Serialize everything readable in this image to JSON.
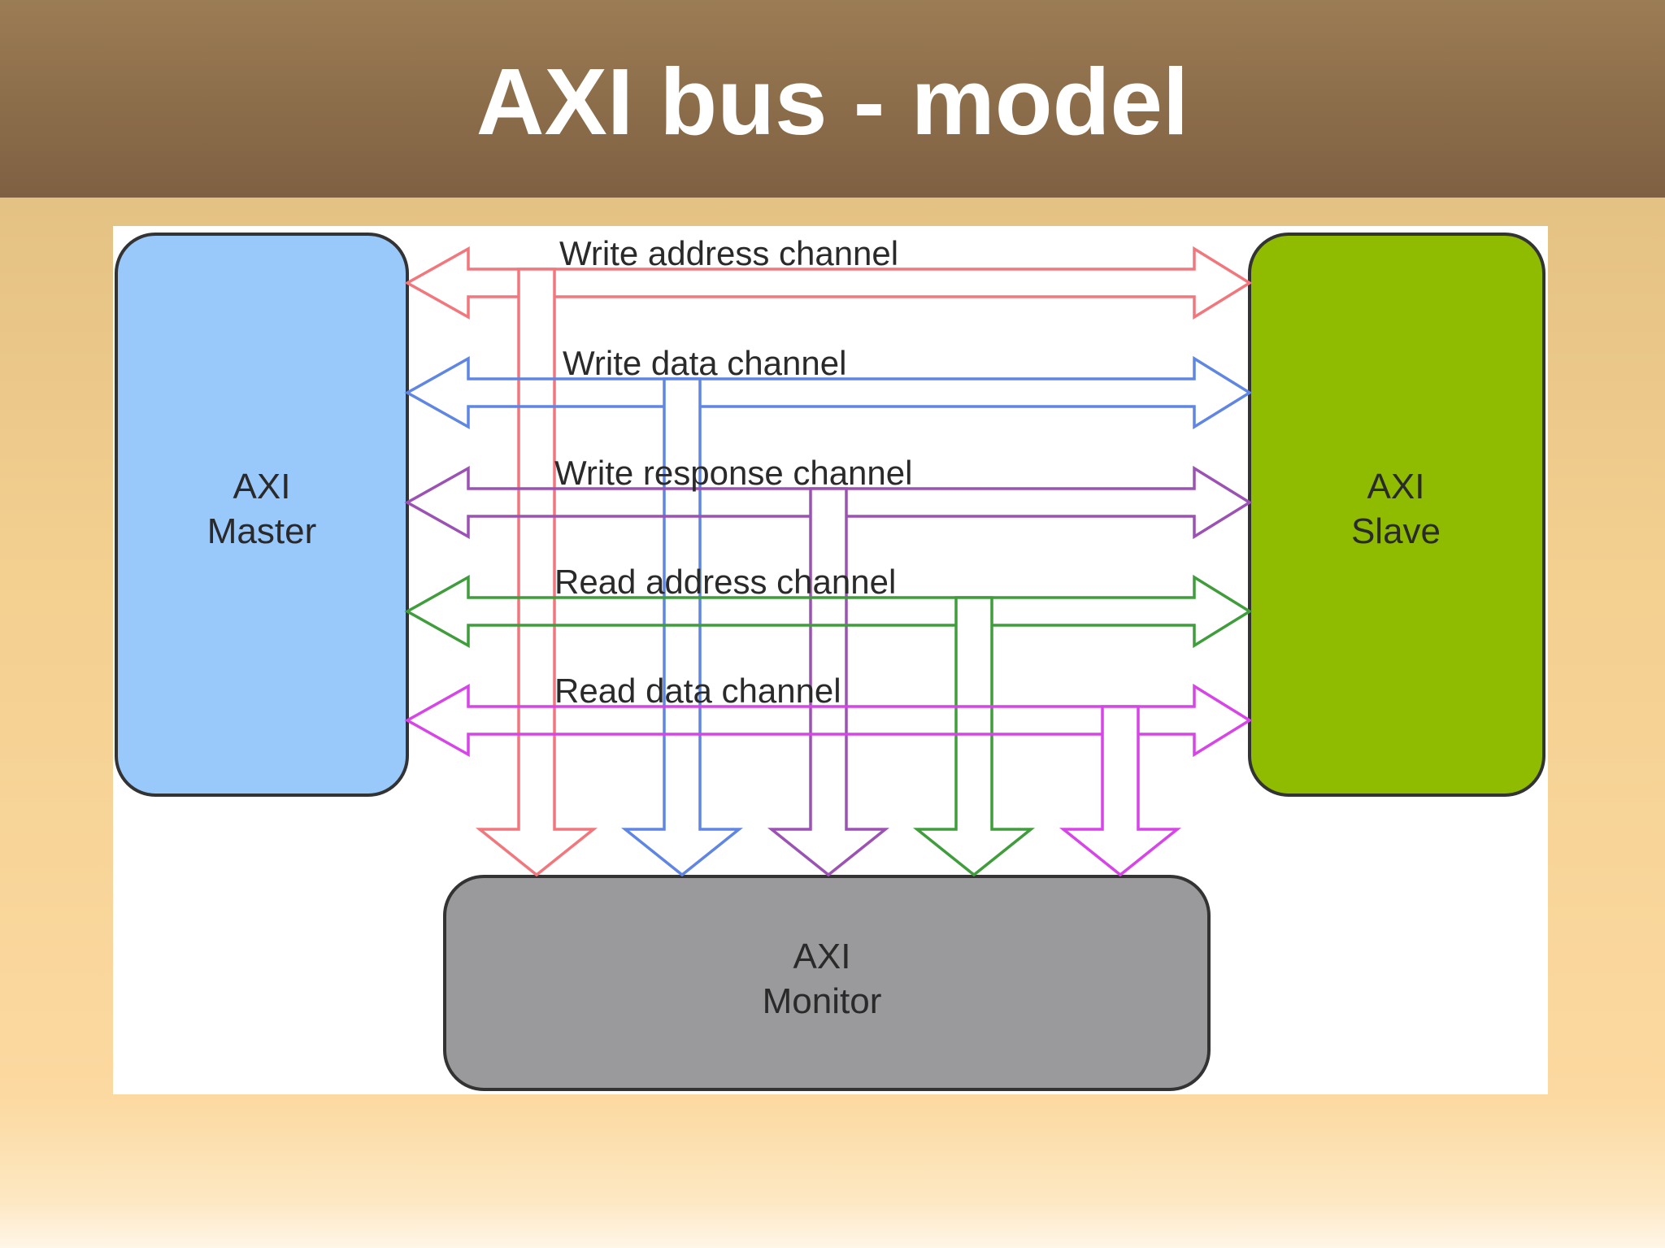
{
  "slide": {
    "title": "AXI bus - model"
  },
  "diagram": {
    "nodes": {
      "master": {
        "line1": "AXI",
        "line2": "Master",
        "color": "#99c8fb"
      },
      "slave": {
        "line1": "AXI",
        "line2": "Slave",
        "color": "#8fbc00"
      },
      "monitor": {
        "line1": "AXI",
        "line2": "Monitor",
        "color": "#9a999b"
      }
    },
    "channels": [
      {
        "label": "Write address channel",
        "color": "#f2777d"
      },
      {
        "label": "Write data channel",
        "color": "#5f86e4"
      },
      {
        "label": "Write response channel",
        "color": "#9c52b4"
      },
      {
        "label": "Read address channel",
        "color": "#3f9d3c"
      },
      {
        "label": "Read data channel",
        "color": "#d744e8"
      }
    ]
  }
}
